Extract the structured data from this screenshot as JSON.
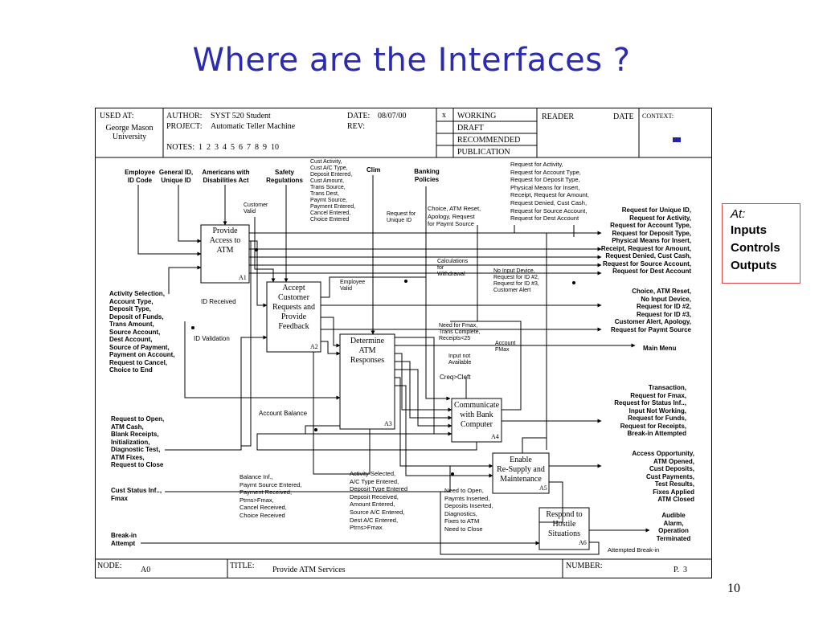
{
  "slide": {
    "title": "Where are the Interfaces ?",
    "page_number": "10"
  },
  "header": {
    "used_at_label": "USED AT:",
    "org": "George Mason\nUniversity",
    "author_label": "AUTHOR:",
    "author": "SYST 520 Student",
    "project_label": "PROJECT:",
    "project": "Automatic Teller Machine",
    "date_label": "DATE:",
    "date": "08/07/00",
    "rev_label": "REV:",
    "notes": "NOTES:  1  2  3  4  5  6  7  8  9  10",
    "check_mark": "x",
    "status": [
      "WORKING",
      "DRAFT",
      "RECOMMENDED",
      "PUBLICATION"
    ],
    "reader_label": "READER",
    "reader_date_label": "DATE",
    "context_label": "CONTEXT:"
  },
  "footer": {
    "node_label": "NODE:",
    "node": "A0",
    "title_label": "TITLE:",
    "title": "Provide ATM Services",
    "number_label": "NUMBER:",
    "number": "P.  3"
  },
  "boxes": [
    {
      "name": "provide-access-to-atm",
      "label": "Provide\nAccess to\nATM",
      "id": "A1"
    },
    {
      "name": "accept-customer-requests",
      "label": "Accept\nCustomer\nRequests and\nProvide\nFeedback",
      "id": "A2"
    },
    {
      "name": "determine-atm-responses",
      "label": "Determine\nATM\nResponses",
      "id": "A3"
    },
    {
      "name": "communicate-with-bank",
      "label": "Communicate\nwith Bank\nComputer",
      "id": "A4"
    },
    {
      "name": "enable-resupply",
      "label": "Enable\nRe-Supply and\nMaintenance",
      "id": "A5"
    },
    {
      "name": "respond-to-hostile",
      "label": "Respond to\nHostile\nSituations",
      "id": "A6"
    }
  ],
  "controls": {
    "employee_id": "Employee\nID Code",
    "general_id": "General ID,\nUnique ID",
    "ada": "Americans with\nDisabilities Act",
    "safety": "Safety\nRegulations",
    "clim": "Clim",
    "banking": "Banking\nPolicies"
  },
  "inputs": {
    "activity": "Activity Selection,\nAccount Type,\nDeposit Type,\nDeposit of Funds,\nTrans Amount,\nSource Account,\nDest Account,\nSource of Payment,\nPayment on Account,\nRequest to Cancel,\nChoice to End",
    "request_open": "Request to Open,\nATM Cash,\nBlank Receipts,\nInitialization,\nDiagnostic Test,\nATM Fixes,\nRequest to Close",
    "cust_status": "Cust Status Inf..,\nFmax",
    "break_in": "Break-in\nAttempt"
  },
  "outputs": {
    "unique_id": "Request for Unique ID,\nRequest for Activity,\nRequest for Account Type,\nRequest for Deposit Type,\nPhysical Means for Insert,\nReceipt, Request for Amount,\nRequest Denied, Cust Cash,\nRequest for Source Account,\nRequest for Dest Account",
    "choice": "Choice, ATM Reset,\nNo Input Device,\nRequest for ID #2,\nRequest for ID #3,\nCustomer Alert, Apology,\nRequest for Paymt Source",
    "main_menu": "Main Menu",
    "transaction": "Transaction,\nRequest for Fmax,\nRequest for Status Inf..,\nInput Not Working,\nRequest for Funds,\nRequest for Receipts,\nBreak-in Attempted",
    "access": "Access Opportunity,\nATM Opened,\nCust Deposits,\nCust Payments,\nTest Results,\nFixes Applied\nATM Closed",
    "alarm": "Audible\nAlarm,\nOperation\nTerminated"
  },
  "internal": {
    "cust_activity": "Cust Activity,\nCust A/C Type,\nDeposit Entered,\nCust Amount,\nTrans Source,\nTrans Dest,\nPaymt Source,\nPayment Entered,\nCancel Entered,\nChoice Entered",
    "request_activity": "Request for Activity,\nRequest for Account Type,\nRequest for Deposit Type,\nPhysical Means for Insert,\nReceipt, Request for Amount,\nRequest Denied, Cust Cash,\nRequest for Source Account,\nRequest for Dest Account",
    "customer_valid": "Customer\nValid",
    "request_unique": "Request for\nUnique ID",
    "choice_reset": "Choice, ATM Reset,\nApology, Request\nfor Paymt Source",
    "calculations": "Calculations\nfor\nWithdrawal",
    "no_input": "No Input Device,\nRequest for ID #2,\nRequest for ID #3,\nCustomer Alert",
    "employee_valid": "Employee\nValid",
    "id_received": "ID Received",
    "id_validation": "ID Validation",
    "need_for_fmax": "Need for Fmax,\nTrans Complete,\nReceipts<25",
    "account_fmax": "Account\nFMax",
    "input_not": "Input not\nAvailable",
    "creq": "Creq>Cleft",
    "account_balance": "Account Balance",
    "balance_inf": "Balance Inf.,\nPaymt Source Entered,\nPayment Received,\nPtrns>Fmax,\nCancel Received,\nChoice Received",
    "activity_selected": "Activity Selected,\nA/C Type Entered,\nDeposit Type Entered\nDeposit Received,\nAmount Entered,\nSource A/C Entered,\nDest A/C Entered,\nPtrns>Fmax",
    "need_to_open": "Need to Open,\nPaymts Inserted,\nDeposits Inserted,\nDiagnostics,\nFixes to ATM\nNeed to Close",
    "attempted": "Attempted Break-in"
  },
  "legend": {
    "heading": "At:",
    "items": [
      "Inputs",
      "Controls",
      "Outputs"
    ]
  }
}
